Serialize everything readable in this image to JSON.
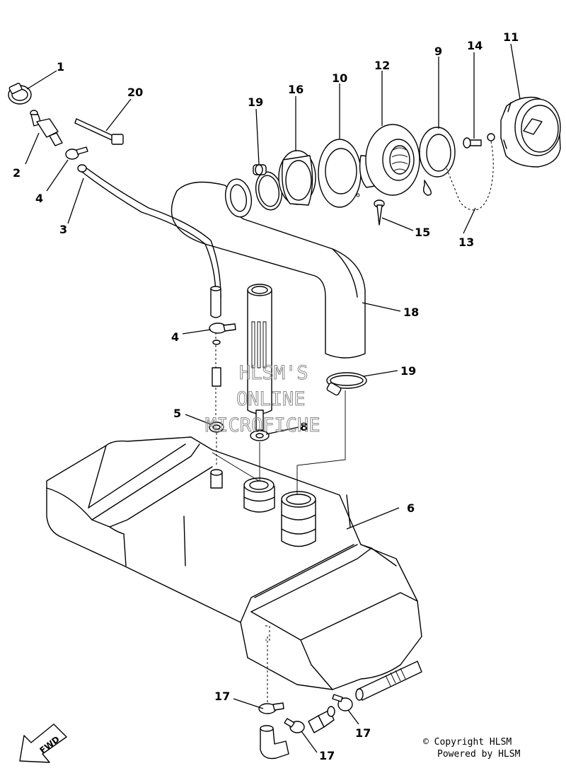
{
  "diagram": {
    "labels": {
      "p1": "1",
      "p2": "2",
      "p3": "3",
      "p4a": "4",
      "p4b": "4",
      "p5": "5",
      "p6": "6",
      "p8": "8",
      "p9": "9",
      "p10": "10",
      "p11": "11",
      "p12": "12",
      "p13": "13",
      "p14": "14",
      "p15": "15",
      "p16": "16",
      "p17a": "17",
      "p17b": "17",
      "p17c": "17",
      "p18": "18",
      "p19a": "19",
      "p19b": "19",
      "p20": "20"
    },
    "watermark": {
      "line1": "HLSM'S",
      "line2": "ONLINE",
      "line3": "MICROFICHE"
    },
    "fwd": "FWD",
    "copyright": {
      "line1": "© Copyright HLSM",
      "line2": "Powered by HLSM"
    }
  }
}
